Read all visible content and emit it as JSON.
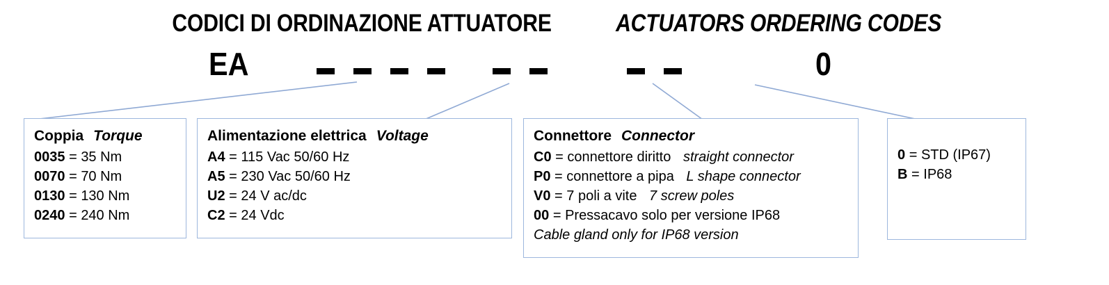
{
  "title": {
    "italian": "CODICI DI ORDINAZIONE ATTUATORE",
    "english": "ACTUATORS ORDERING CODES"
  },
  "code_line": {
    "prefix": "EA",
    "suffix": "0",
    "dash_groups": [
      4,
      2,
      2
    ]
  },
  "colors": {
    "box_border": "#9db7dd",
    "leader_line": "#8fa9d4",
    "text": "#000000",
    "background": "#ffffff"
  },
  "boxes": [
    {
      "id": "torque",
      "title_it": "Coppia",
      "title_en": "Torque",
      "rows": [
        {
          "code": "0035",
          "eq": "=",
          "value": "35 Nm",
          "en": ""
        },
        {
          "code": "0070",
          "eq": "=",
          "value": "70 Nm",
          "en": ""
        },
        {
          "code": "0130",
          "eq": "=",
          "value": "130 Nm",
          "en": ""
        },
        {
          "code": "0240",
          "eq": "=",
          "value": "240 Nm",
          "en": ""
        }
      ]
    },
    {
      "id": "voltage",
      "title_it": "Alimentazione elettrica",
      "title_en": "Voltage",
      "rows": [
        {
          "code": "A4",
          "eq": "=",
          "value": "115 Vac 50/60 Hz",
          "en": ""
        },
        {
          "code": "A5",
          "eq": "=",
          "value": "230 Vac 50/60 Hz",
          "en": ""
        },
        {
          "code": "U2",
          "eq": "=",
          "value": "24 V ac/dc",
          "en": ""
        },
        {
          "code": "C2",
          "eq": "=",
          "value": "24 Vdc",
          "en": ""
        }
      ]
    },
    {
      "id": "connector",
      "title_it": "Connettore",
      "title_en": "Connector",
      "rows": [
        {
          "code": "C0",
          "eq": "=",
          "value": "connettore diritto",
          "en": "straight connector"
        },
        {
          "code": "P0",
          "eq": "=",
          "value": "connettore a pipa",
          "en": "L shape connector"
        },
        {
          "code": "V0",
          "eq": "=",
          "value": "7 poli a vite",
          "en": "7 screw poles"
        },
        {
          "code": "00",
          "eq": "=",
          "value": "Pressacavo solo per versione IP68",
          "en": ""
        }
      ],
      "footnote_en": "Cable gland only for IP68 version"
    },
    {
      "id": "protection",
      "title_it": "",
      "title_en": "",
      "rows": [
        {
          "code": "0",
          "eq": "=",
          "value": "STD (IP67)",
          "en": ""
        },
        {
          "code": "B",
          "eq": "=",
          "value": "IP68",
          "en": ""
        }
      ]
    }
  ]
}
